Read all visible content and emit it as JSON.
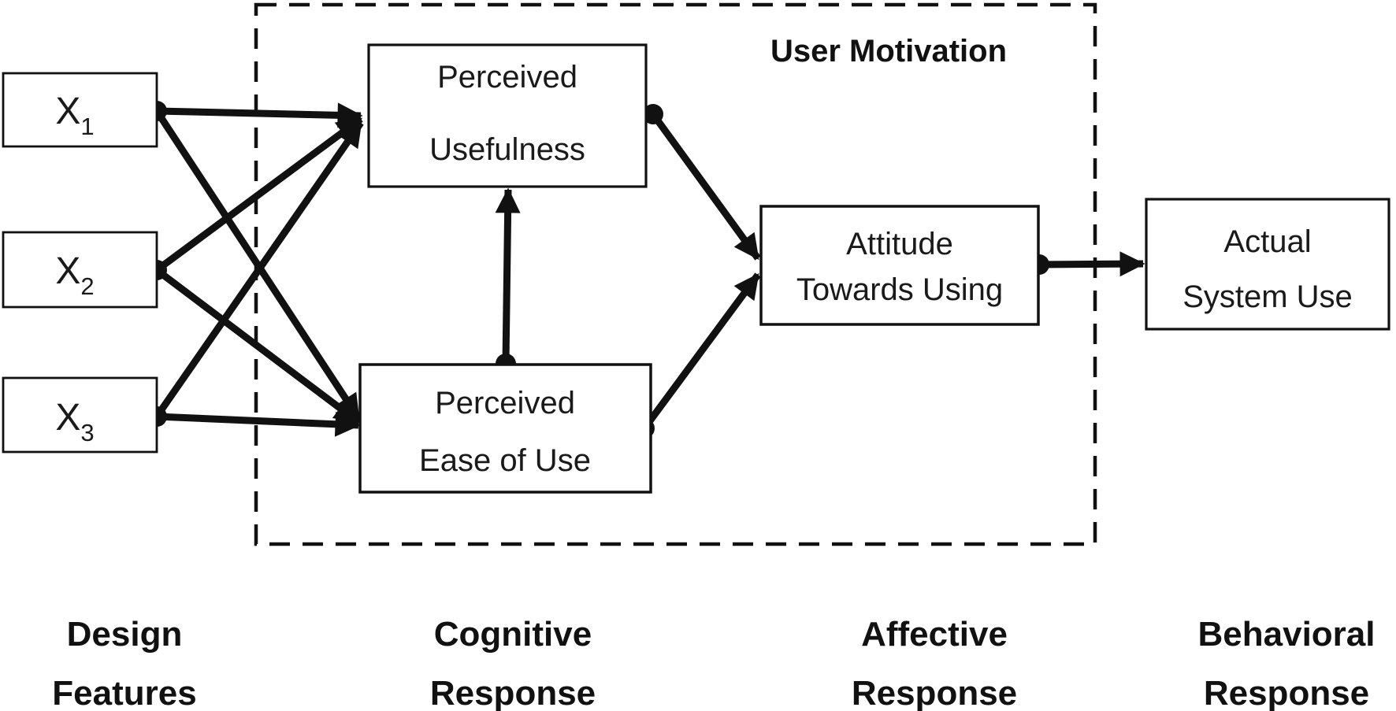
{
  "diagram": {
    "model_group_label": "User Motivation",
    "nodes": {
      "x1": {
        "base": "X",
        "sub": "1"
      },
      "x2": {
        "base": "X",
        "sub": "2"
      },
      "x3": {
        "base": "X",
        "sub": "3"
      },
      "perceived_usefulness": {
        "line1": "Perceived",
        "line2": "Usefulness"
      },
      "perceived_ease_of_use": {
        "line1": "Perceived",
        "line2": "Ease of Use"
      },
      "attitude_towards_using": {
        "line1": "Attitude",
        "line2": "Towards Using"
      },
      "actual_system_use": {
        "line1": "Actual",
        "line2": "System Use"
      }
    },
    "stage_labels": {
      "design": {
        "line1": "Design",
        "line2": "Features"
      },
      "cognitive": {
        "line1": "Cognitive",
        "line2": "Response"
      },
      "affective": {
        "line1": "Affective",
        "line2": "Response"
      },
      "behavioral": {
        "line1": "Behavioral",
        "line2": "Response"
      }
    },
    "edges": [
      {
        "from": "X1",
        "to": "Perceived Usefulness"
      },
      {
        "from": "X1",
        "to": "Perceived Ease of Use"
      },
      {
        "from": "X2",
        "to": "Perceived Usefulness"
      },
      {
        "from": "X2",
        "to": "Perceived Ease of Use"
      },
      {
        "from": "X3",
        "to": "Perceived Usefulness"
      },
      {
        "from": "X3",
        "to": "Perceived Ease of Use"
      },
      {
        "from": "Perceived Ease of Use",
        "to": "Perceived Usefulness"
      },
      {
        "from": "Perceived Usefulness",
        "to": "Attitude Towards Using"
      },
      {
        "from": "Perceived Ease of Use",
        "to": "Attitude Towards Using"
      },
      {
        "from": "Attitude Towards Using",
        "to": "Actual System Use"
      }
    ],
    "colors": {
      "ink": "#111111",
      "text": "#1a1a1a",
      "background": "#ffffff"
    }
  }
}
